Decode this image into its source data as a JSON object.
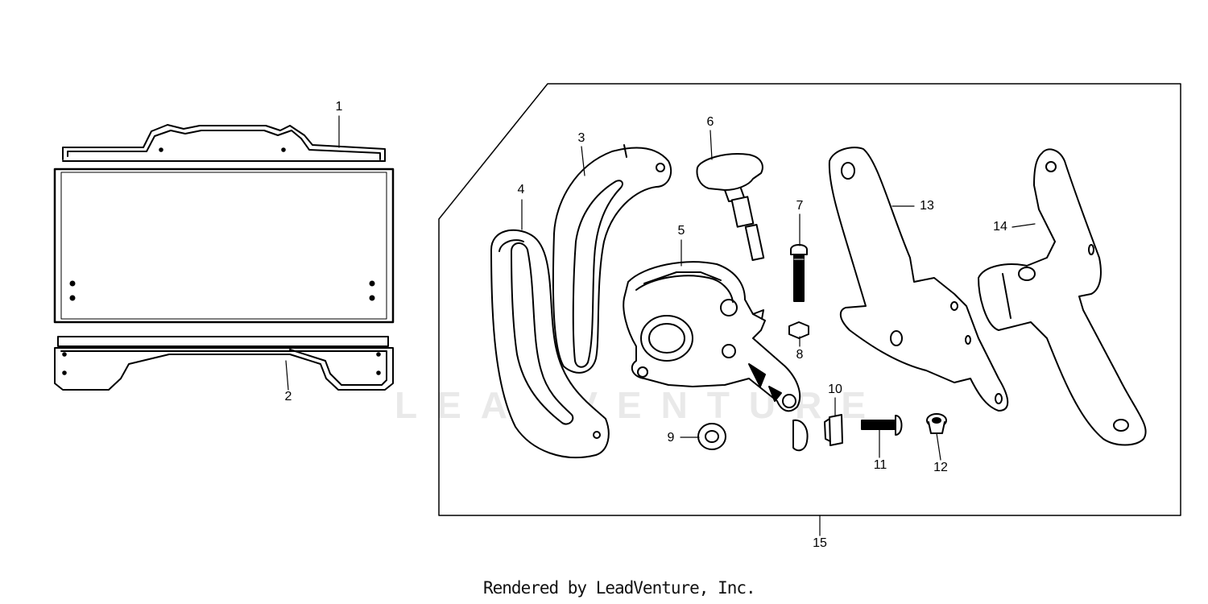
{
  "diagram": {
    "callouts": [
      "1",
      "2",
      "3",
      "4",
      "5",
      "6",
      "7",
      "8",
      "9",
      "10",
      "11",
      "12",
      "13",
      "14",
      "15"
    ],
    "footer": "Rendered by LeadVenture, Inc.",
    "watermark": "LEADVENTURE"
  },
  "colors": {
    "line": "#000000",
    "fill": "#ffffff",
    "shade": "#e8e8e8",
    "watermark": "#e9e9e9"
  }
}
